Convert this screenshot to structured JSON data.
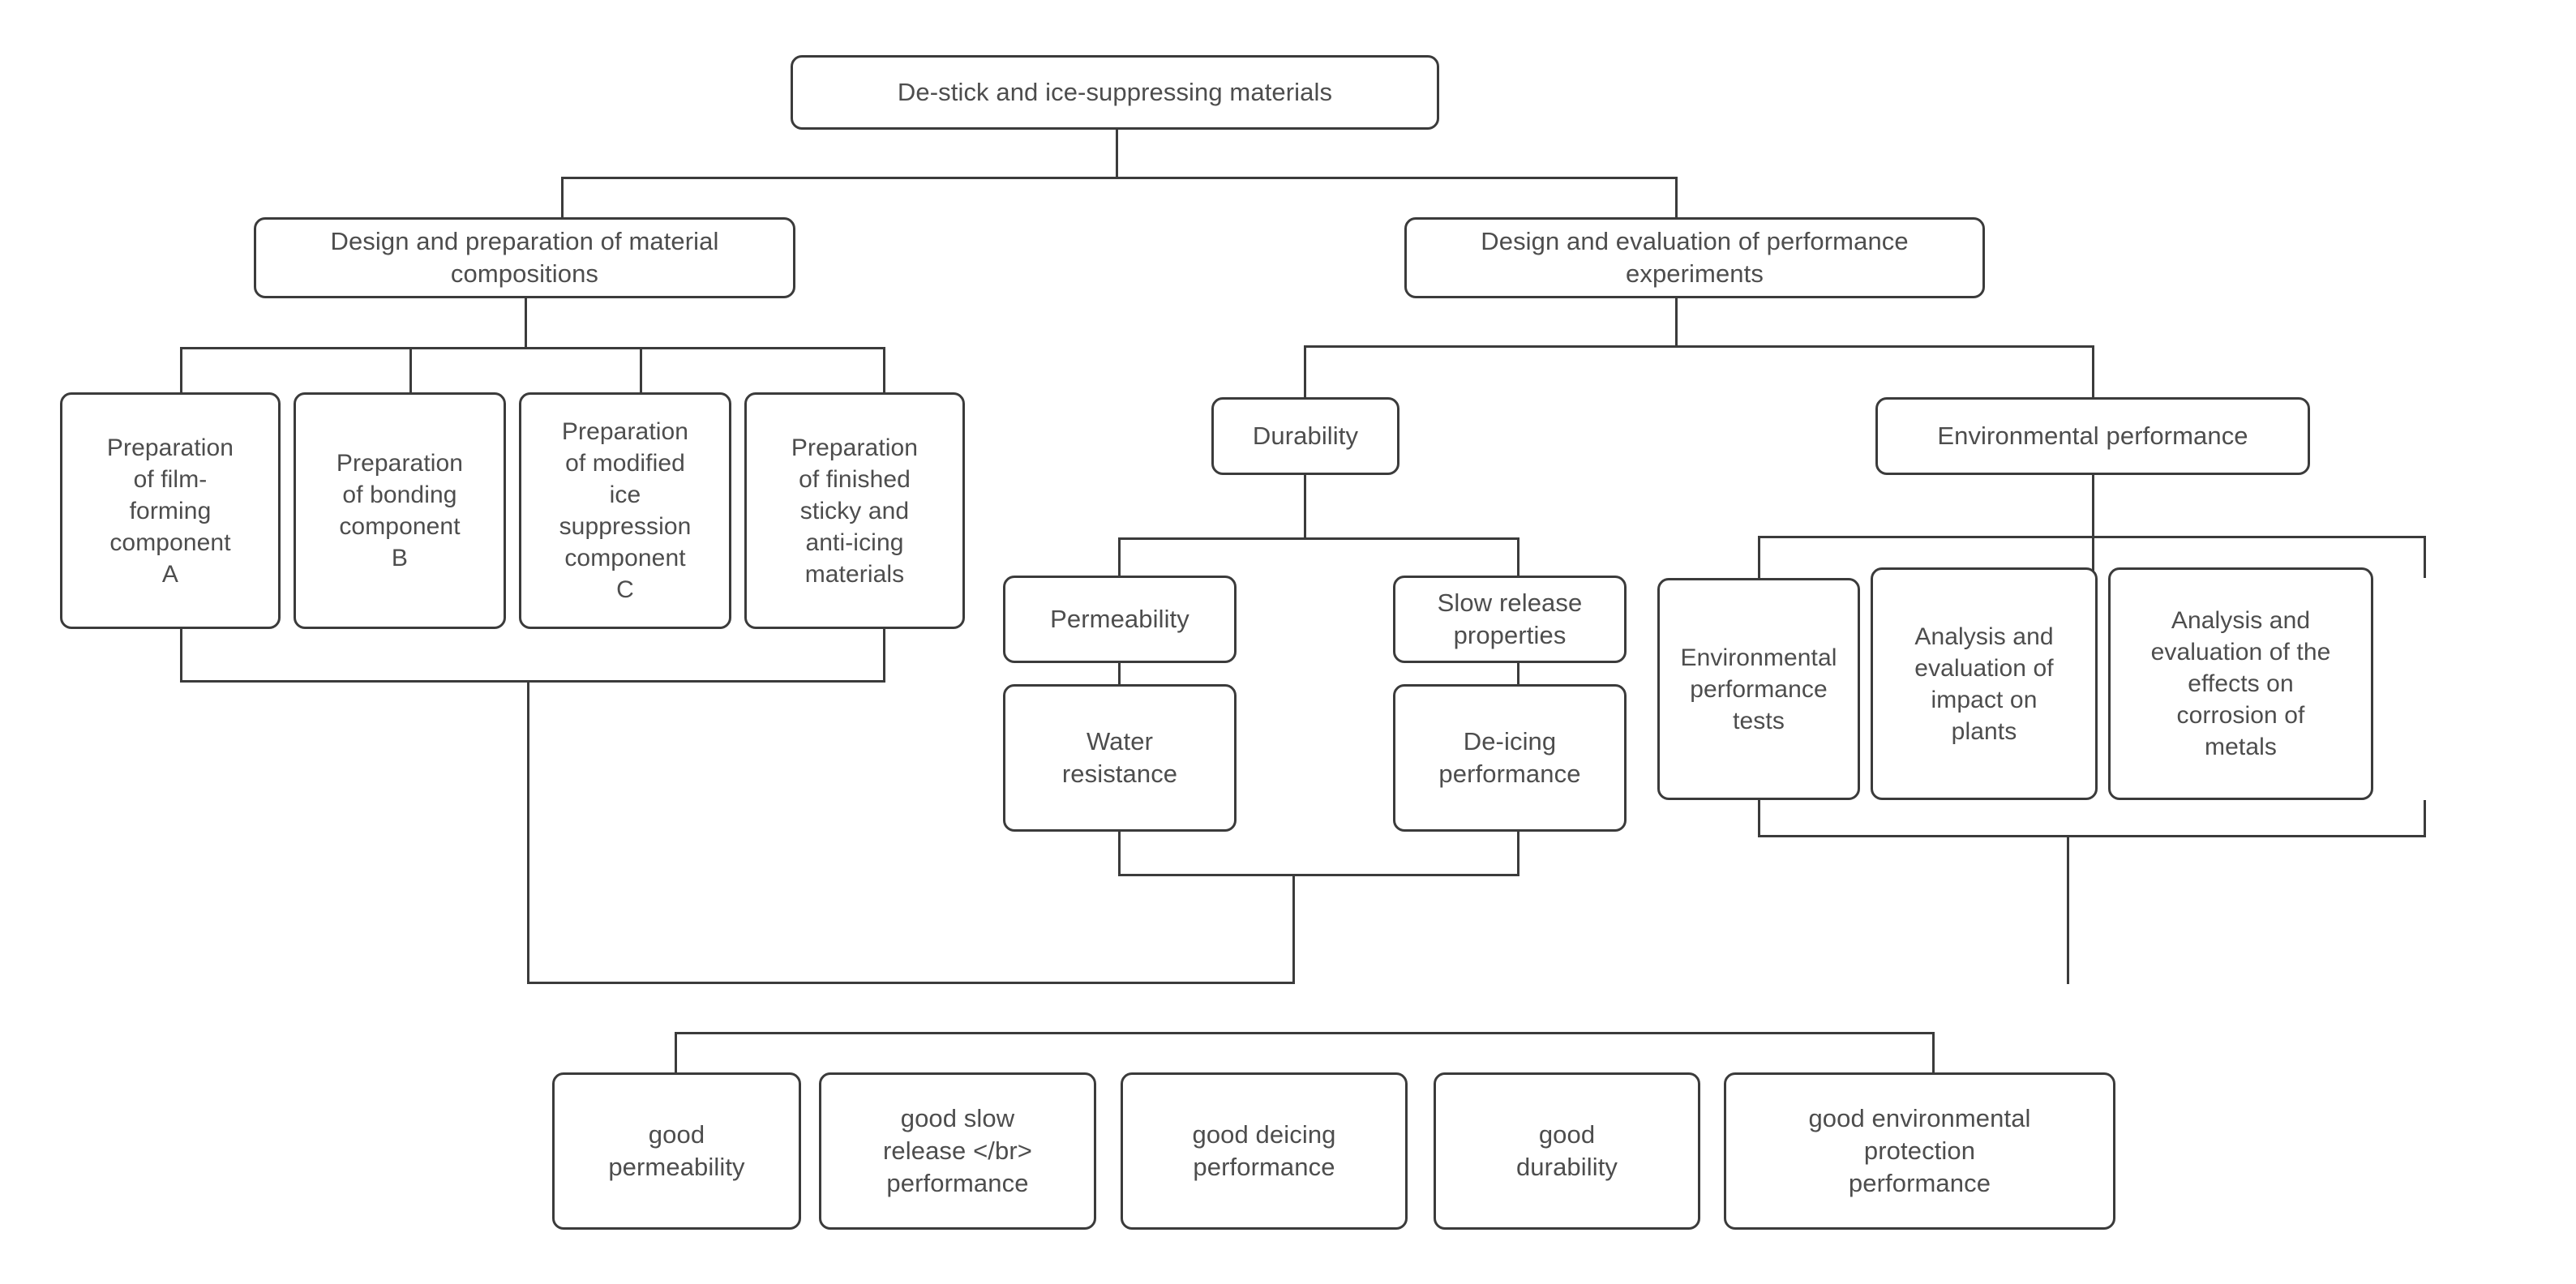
{
  "diagram": {
    "title": "De-stick and ice-suppressing materials",
    "type": "flowchart",
    "background_color": "#ffffff",
    "node_border_color": "#3b3b3b",
    "node_fill_color": "#ffffff",
    "text_color": "#4d4d4d",
    "connector_color": "#3b3b3b"
  },
  "nodes": {
    "root": {
      "label": "De-stick and ice-suppressing materials"
    },
    "branch_left": {
      "label": "Design and preparation of material\ncompositions"
    },
    "branch_right": {
      "label": "Design and evaluation of performance\nexperiments"
    },
    "prep_a": {
      "label": "Preparation\nof film-\nforming\ncomponent\nA"
    },
    "prep_b": {
      "label": "Preparation\nof bonding\ncomponent\nB"
    },
    "prep_c": {
      "label": "Preparation\nof modified\nice\nsuppression\ncomponent\nC"
    },
    "prep_d": {
      "label": "Preparation\nof finished\nsticky and\nanti-icing\nmaterials"
    },
    "durability": {
      "label": "Durability"
    },
    "permeability": {
      "label": "Permeability"
    },
    "slow_release": {
      "label": "Slow release\nproperties"
    },
    "water_resistance": {
      "label": "Water\nresistance"
    },
    "deicing": {
      "label": "De-icing\nperformance"
    },
    "env_performance": {
      "label": "Environmental performance"
    },
    "env_tests": {
      "label": "Environmental\nperformance\ntests"
    },
    "impact_plants": {
      "label": "Analysis and\nevaluation of\nimpact on\nplants"
    },
    "corrosion_metals": {
      "label": "Analysis and\nevaluation of the\neffects on\ncorrosion of\nmetals"
    },
    "good_permeability": {
      "label": "good\npermeability"
    },
    "good_slow_release": {
      "label": "good slow\nrelease </br>\nperformance"
    },
    "good_deicing": {
      "label": "good deicing\nperformance"
    },
    "good_durability": {
      "label": "good\ndurability"
    },
    "good_env": {
      "label": "good environmental\nprotection\nperformance"
    }
  },
  "edges": [
    {
      "from": "root",
      "to": "branch_left"
    },
    {
      "from": "root",
      "to": "branch_right"
    },
    {
      "from": "branch_left",
      "to": "prep_a"
    },
    {
      "from": "branch_left",
      "to": "prep_b"
    },
    {
      "from": "branch_left",
      "to": "prep_c"
    },
    {
      "from": "branch_left",
      "to": "prep_d"
    },
    {
      "from": "branch_right",
      "to": "durability"
    },
    {
      "from": "branch_right",
      "to": "env_performance"
    },
    {
      "from": "durability",
      "to": "permeability"
    },
    {
      "from": "durability",
      "to": "slow_release"
    },
    {
      "from": "permeability",
      "to": "water_resistance"
    },
    {
      "from": "slow_release",
      "to": "deicing"
    },
    {
      "from": "env_performance",
      "to": "env_tests"
    },
    {
      "from": "env_performance",
      "to": "impact_plants"
    },
    {
      "from": "env_performance",
      "to": "corrosion_metals"
    },
    {
      "from": "prep_group",
      "to": "results_bar"
    },
    {
      "from": "durability_group",
      "to": "results_bar"
    },
    {
      "from": "env_group",
      "to": "results_bar"
    },
    {
      "from": "results_bar",
      "to": "good_permeability"
    },
    {
      "from": "results_bar",
      "to": "good_slow_release"
    },
    {
      "from": "results_bar",
      "to": "good_deicing"
    },
    {
      "from": "results_bar",
      "to": "good_durability"
    },
    {
      "from": "results_bar",
      "to": "good_env"
    }
  ]
}
